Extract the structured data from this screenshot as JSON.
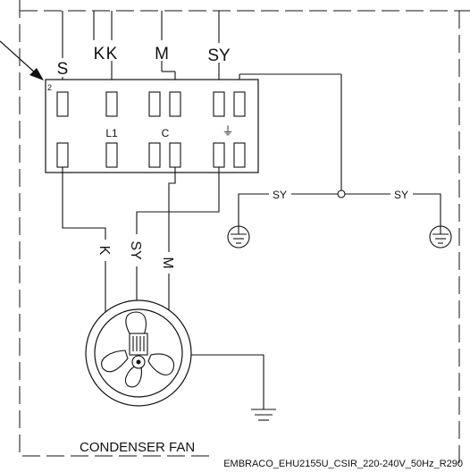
{
  "diagram": {
    "top_wire_labels": {
      "s": "S",
      "k1": "K",
      "k2": "K",
      "m": "M",
      "sy": "SY"
    },
    "connector": {
      "pin_number": "2",
      "l1_label": "L1",
      "c_label": "C",
      "ground_symbol": "⏚"
    },
    "wire_labels": {
      "k": "K",
      "sy": "SY",
      "m": "M",
      "sy_left": "SY",
      "sy_right": "SY"
    },
    "fan_label": "CONDENSER FAN",
    "footer": "EMBRACO_EHU2155U_CSIR_220-240V_50Hz_R290"
  }
}
